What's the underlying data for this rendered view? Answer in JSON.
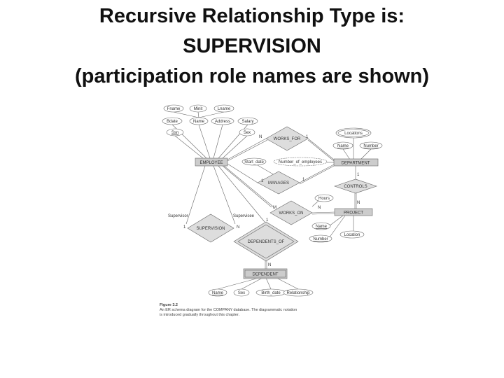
{
  "slide": {
    "title_lines": [
      "Recursive Relationship Type is:",
      "SUPERVISION",
      "(participation role names are shown)"
    ]
  },
  "diagram": {
    "entities": {
      "employee": "EMPLOYEE",
      "department": "DEPARTMENT",
      "project": "PROJECT",
      "dependent": "DEPENDENT"
    },
    "relationships": {
      "works_for": "WORKS_FOR",
      "manages": "MANAGES",
      "controls": "CONTROLS",
      "works_on": "WORKS_ON",
      "supervision": "SUPERVISION",
      "dependents_of": "DEPENDENTS_OF"
    },
    "attributes": {
      "fname": "Fname",
      "minit": "Minit",
      "lname": "Lname",
      "bdate": "Bdate",
      "emp_name": "Name",
      "address": "Address",
      "salary": "Salary",
      "ssn": "Ssn",
      "sex": "Sex",
      "locations": "Locations",
      "dept_name": "Name",
      "dept_number": "Number",
      "start_date": "Start_date",
      "number_of_employees": "Number_of_employees",
      "hours": "Hours",
      "proj_name": "Name",
      "proj_number": "Number",
      "location": "Location",
      "dep_name": "Name",
      "dep_sex": "Sex",
      "birth_date": "Birth_date",
      "relationship": "Relationship"
    },
    "roles": {
      "supervisor": "Supervisor",
      "supervisee": "Supervisee"
    },
    "cardinalities": {
      "one": "1",
      "n": "N",
      "m": "M"
    },
    "caption": {
      "label": "Figure 3.2",
      "line1": "An ER schema diagram for the COMPANY database. The diagrammatic notation",
      "line2": "is introduced gradually throughout this chapter."
    }
  }
}
